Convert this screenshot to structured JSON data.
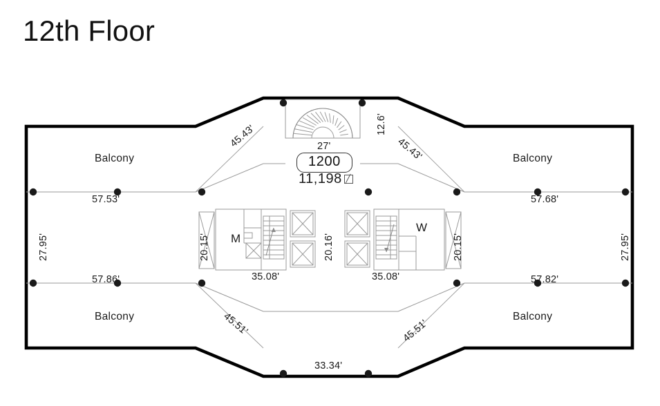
{
  "page": {
    "title": "12th Floor",
    "background_color": "#ffffff",
    "ink_color": "#111111",
    "thin_line_color": "#9a9a9a"
  },
  "suite": {
    "number": "1200",
    "area": "11,198",
    "area_unit_icon": "square-feet-icon"
  },
  "rooms": {
    "balcony_top_left": "Balcony",
    "balcony_top_right": "Balcony",
    "balcony_bottom_left": "Balcony",
    "balcony_bottom_right": "Balcony",
    "core_left_label": "M",
    "core_right_label": "W"
  },
  "dimensions": {
    "top_notch_width": "27'",
    "top_notch_depth": "12.6'",
    "diag_top_left": "45.43'",
    "diag_top_right": "45.43'",
    "diag_bottom_left": "45.51'",
    "diag_bottom_right": "45.51'",
    "horiz_top_left": "57.53'",
    "horiz_top_right": "57.68'",
    "horiz_bottom_left": "57.86'",
    "horiz_bottom_right": "57.82'",
    "vert_left": "27.95'",
    "vert_right": "27.95'",
    "bottom_center": "33.34'",
    "core_left_height": "20.15'",
    "core_left_inner_height": "20.16'",
    "core_left_width": "35.08'",
    "core_right_height": "20.15'",
    "core_right_width": "35.08'"
  }
}
